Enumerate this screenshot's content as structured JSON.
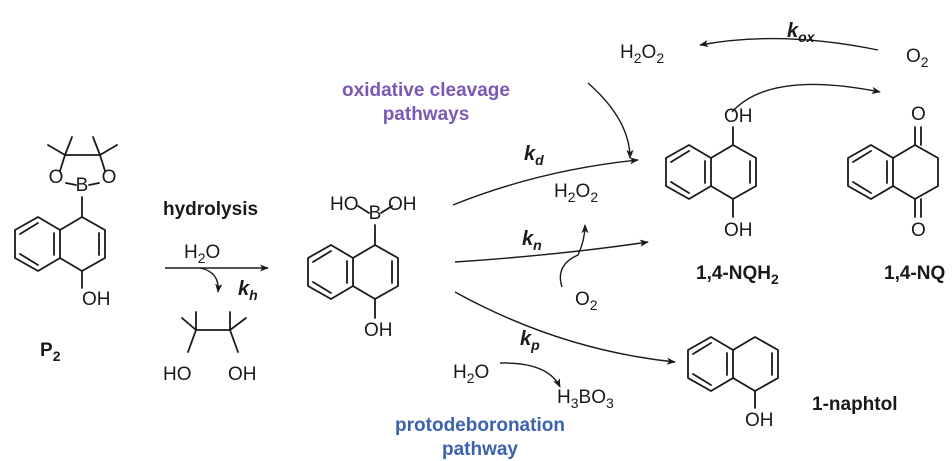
{
  "pathways": {
    "oxidative_line1": "oxidative cleavage",
    "oxidative_line2": "pathways",
    "proto_line1": "protodeboronation",
    "proto_line2": "pathway"
  },
  "compounds": {
    "p2_main": "P",
    "p2_sub": "2",
    "nqh2_main": "1,4-NQH",
    "nqh2_sub": "2",
    "nq_label": "1,4-NQ",
    "naphtol": "1-naphtol"
  },
  "steps": {
    "hydrolysis": "hydrolysis"
  },
  "rates": {
    "k_main": "k",
    "h": "h",
    "d": "d",
    "n": "n",
    "p": "p",
    "ox": "ox"
  },
  "atoms": {
    "O": "O",
    "B": "B",
    "OH": "OH",
    "HO": "HO",
    "H": "H",
    "two": "2",
    "H2O_O": "O",
    "BO": "BO",
    "three": "3"
  },
  "colors": {
    "oxidative": "#7a59b3",
    "protodeboronation": "#3b63ad",
    "ink": "#1a1a1a"
  }
}
